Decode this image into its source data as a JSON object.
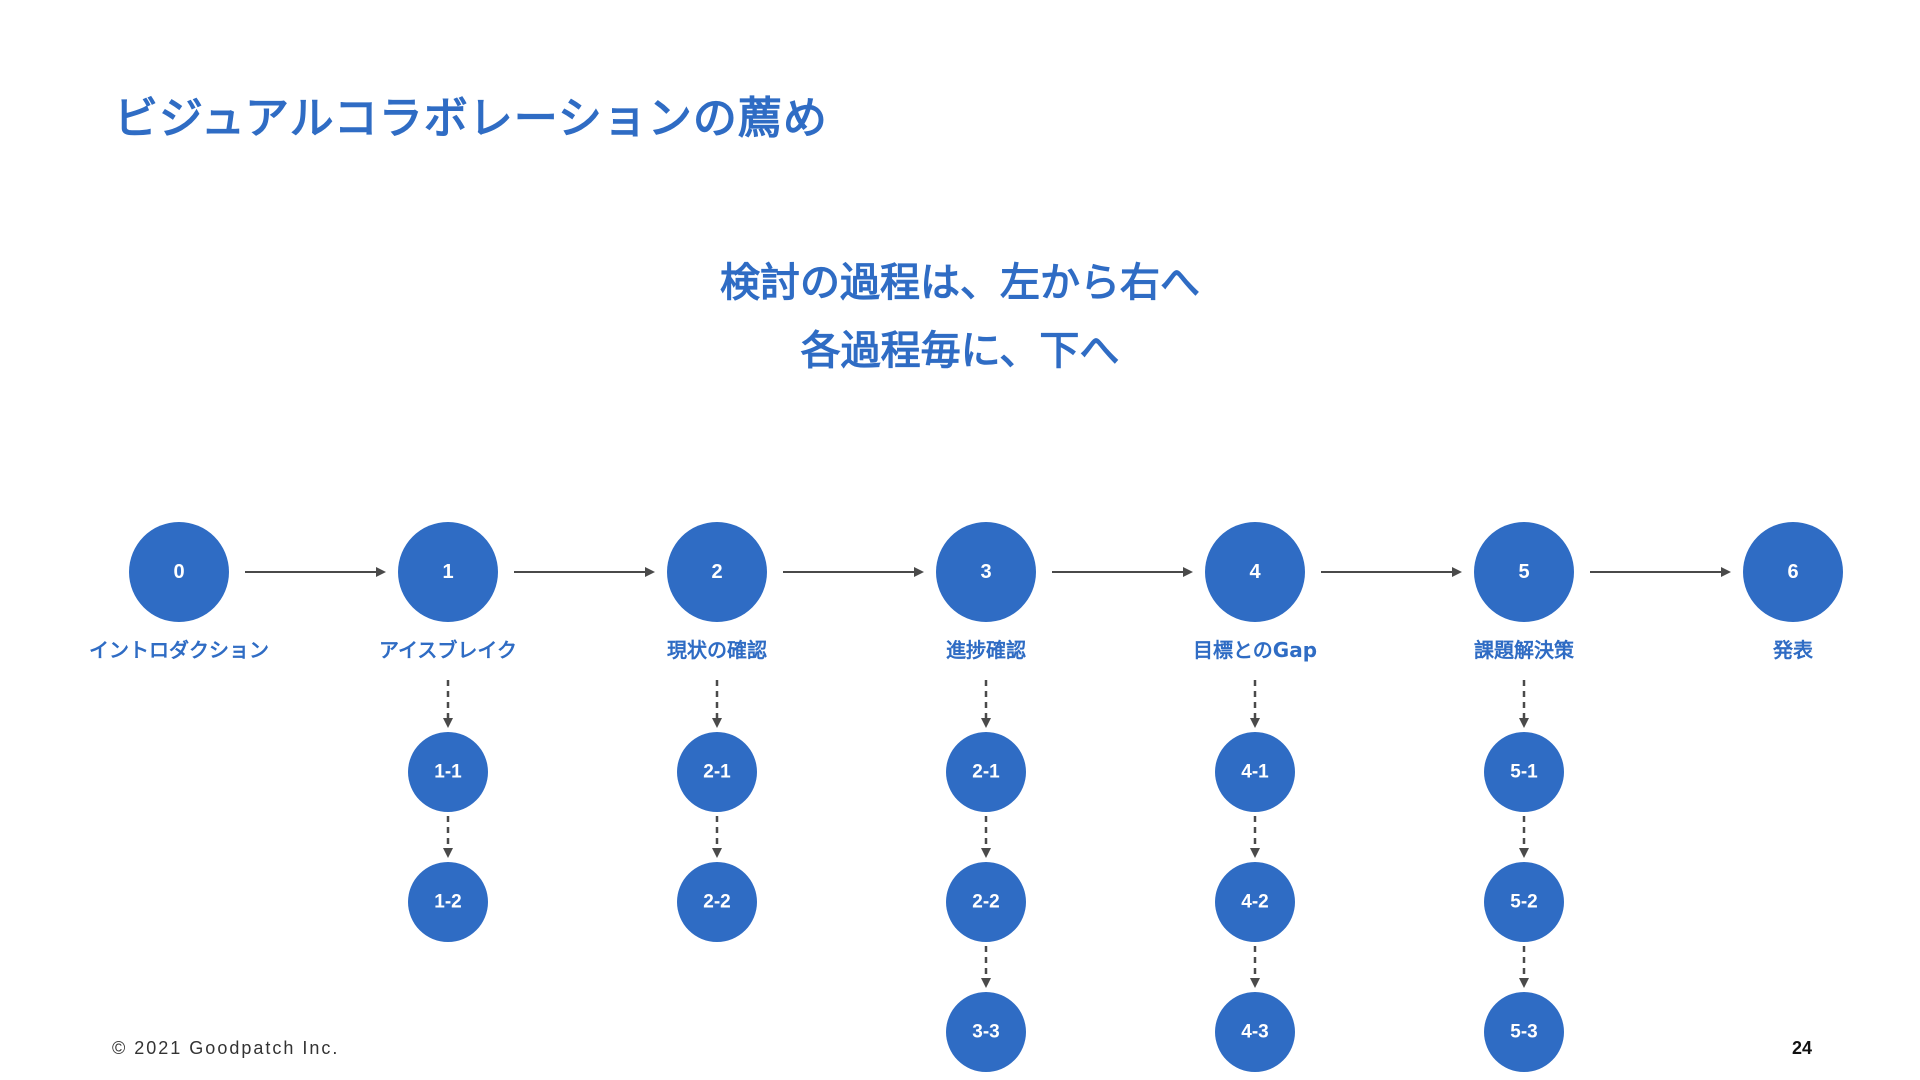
{
  "title": "ビジュアルコラボレーションの薦め",
  "subtitle": {
    "line1": "検討の過程は、左から右へ",
    "line2": "各過程毎に、下へ"
  },
  "colors": {
    "accent": "#2f6cc4",
    "arrow": "#4a4a4a"
  },
  "flow": {
    "steps": [
      {
        "id": "0",
        "label": "イントロダクション",
        "substeps": []
      },
      {
        "id": "1",
        "label": "アイスブレイク",
        "substeps": [
          "1-1",
          "1-2"
        ]
      },
      {
        "id": "2",
        "label": "現状の確認",
        "substeps": [
          "2-1",
          "2-2"
        ]
      },
      {
        "id": "3",
        "label": "進捗確認",
        "substeps": [
          "2-1",
          "2-2",
          "3-3"
        ]
      },
      {
        "id": "4",
        "label": "目標とのGap",
        "substeps": [
          "4-1",
          "4-2",
          "4-3"
        ]
      },
      {
        "id": "5",
        "label": "課題解決策",
        "substeps": [
          "5-1",
          "5-2",
          "5-3"
        ]
      },
      {
        "id": "6",
        "label": "発表",
        "substeps": []
      }
    ]
  },
  "footer": {
    "copyright": "© 2021 Goodpatch Inc.",
    "page_number": "24"
  }
}
